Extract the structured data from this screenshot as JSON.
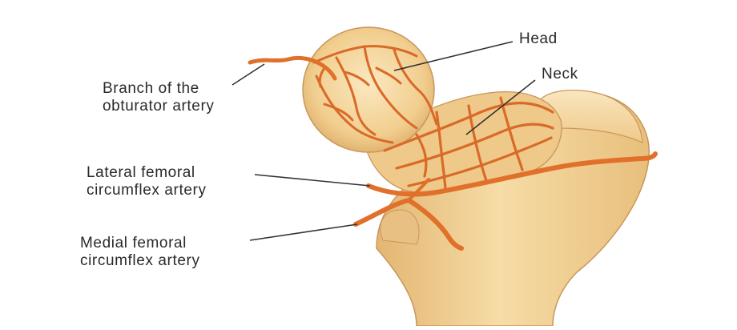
{
  "labels": {
    "head": "Head",
    "neck": "Neck",
    "obturator": {
      "line1": "Branch of the",
      "line2": "obturator artery"
    },
    "lateral": {
      "line1": "Lateral femoral",
      "line2": "circumflex artery"
    },
    "medial": {
      "line1": "Medial femoral",
      "line2": "circumflex artery"
    }
  },
  "colors": {
    "bone_fill": "#f1ce8e",
    "bone_shadow": "#d9a760",
    "artery": "#e0702a",
    "artery_dark": "#b94f16",
    "leader_line": "#333333",
    "text": "#2a2a2a"
  }
}
